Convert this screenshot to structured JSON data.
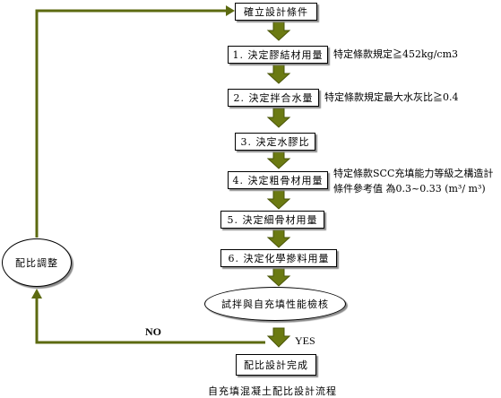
{
  "diagram": {
    "start": "確立設計條件",
    "steps": [
      "1. 決定膠結材用量",
      "2. 決定拌合水量",
      "3. 決定水膠比",
      "4. 決定粗骨材用量",
      "5. 決定細骨材用量",
      "6. 決定化學摻料用量"
    ],
    "notes": {
      "step1": "特定條款規定≧452kg/cm3",
      "step2": "特定條款規定最大水灰比≧0.4",
      "step4_line1": "特定條款SCC充填能力等級之構造計",
      "step4_line2": "條件參考值 為0.3~0.33 (m³/ m³)"
    },
    "test": "試拌與自充填性能檢核",
    "adjust": "配比調整",
    "no_label": "NO",
    "yes_label": "YES",
    "end": "配比設計完成",
    "caption": "自充填混凝土配比設計流程"
  },
  "colors": {
    "arrow_fill": "#6b7a12",
    "arrow_stroke": "#4a5508",
    "loop_line": "#5c6a10"
  }
}
